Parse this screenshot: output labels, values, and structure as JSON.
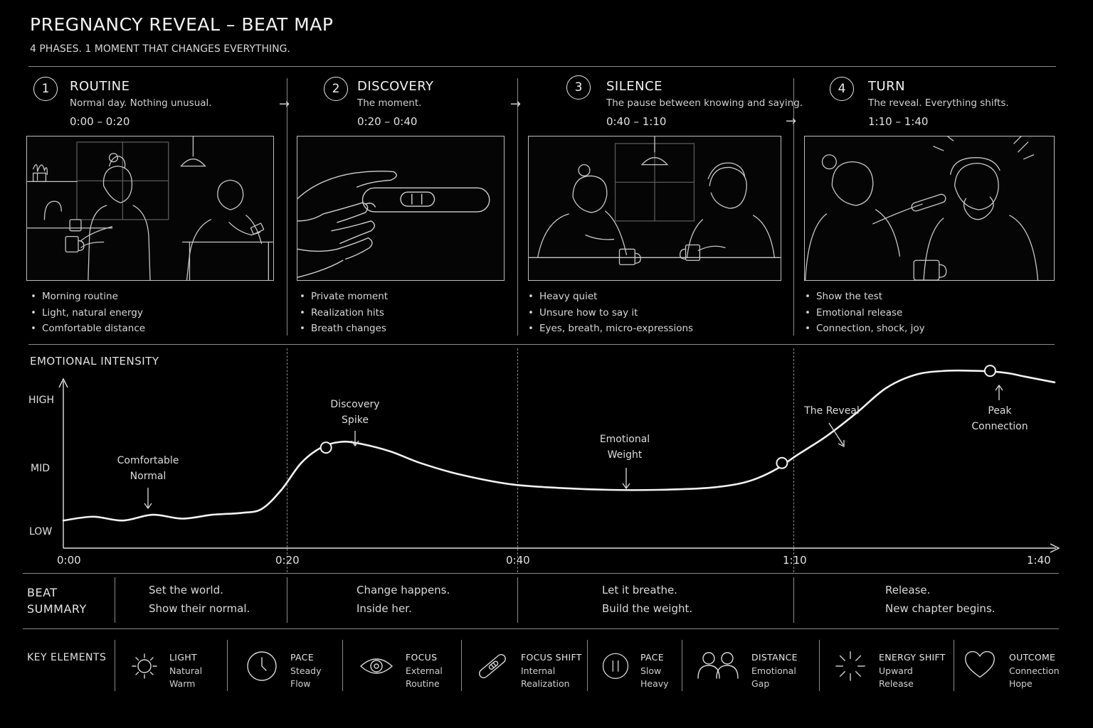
{
  "header": {
    "title": "PREGNANCY REVEAL – BEAT MAP",
    "subtitle": "4 PHASES. 1 MOMENT THAT CHANGES EVERYTHING."
  },
  "phases": [
    {
      "number": "1",
      "name": "ROUTINE",
      "description": "Normal day. Nothing unusual.",
      "time": "0:00 – 0:20",
      "bullets": [
        "Morning routine",
        "Light, natural energy",
        "Comfortable distance"
      ]
    },
    {
      "number": "2",
      "name": "DISCOVERY",
      "description": "The moment.",
      "time": "0:20 – 0:40",
      "bullets": [
        "Private moment",
        "Realization hits",
        "Breath changes"
      ]
    },
    {
      "number": "3",
      "name": "SILENCE",
      "description": "The pause between knowing and saying.",
      "time": "0:40 – 1:10",
      "bullets": [
        "Heavy quiet",
        "Unsure how to say it",
        "Eyes, breath, micro-expressions"
      ]
    },
    {
      "number": "4",
      "name": "TURN",
      "description": "The reveal. Everything shifts.",
      "time": "1:10 – 1:40",
      "bullets": [
        "Show the test",
        "Emotional release",
        "Connection, shock, joy"
      ]
    }
  ],
  "chart_data": {
    "type": "line",
    "title": "EMOTIONAL INTENSITY",
    "y_levels": [
      "HIGH",
      "MID",
      "LOW"
    ],
    "x_ticks": [
      "0:00",
      "0:20",
      "0:40",
      "1:10",
      "1:40"
    ],
    "grid": false,
    "series": [
      {
        "x_seconds": [
          0,
          3,
          6,
          9,
          12,
          15,
          18,
          20,
          22,
          24,
          26,
          28,
          30,
          33,
          36,
          40,
          45,
          50,
          55,
          60,
          65,
          68,
          70,
          72,
          74,
          77,
          80,
          83,
          86,
          89,
          92,
          95,
          97,
          100
        ],
        "y": [
          0.14,
          0.16,
          0.14,
          0.17,
          0.15,
          0.17,
          0.18,
          0.2,
          0.3,
          0.44,
          0.52,
          0.55,
          0.54,
          0.5,
          0.44,
          0.38,
          0.33,
          0.31,
          0.3,
          0.3,
          0.31,
          0.33,
          0.36,
          0.41,
          0.48,
          0.58,
          0.7,
          0.83,
          0.9,
          0.92,
          0.92,
          0.91,
          0.89,
          0.86
        ]
      }
    ],
    "annotations": [
      {
        "label_lines": [
          "Comfortable",
          "Normal"
        ],
        "x_seconds": 7,
        "marker": false
      },
      {
        "label_lines": [
          "Discovery",
          "Spike"
        ],
        "x_seconds": 26.5,
        "marker": true,
        "y": 0.52
      },
      {
        "label_lines": [
          "Emotional",
          "Weight"
        ],
        "x_seconds": 51.5,
        "marker": false
      },
      {
        "label_lines": [
          "The Reveal"
        ],
        "x_seconds": 72.5,
        "marker": true,
        "y": 0.44
      },
      {
        "label_lines": [
          "Peak",
          "Connection"
        ],
        "x_seconds": 93.5,
        "marker": true,
        "y": 0.92
      }
    ]
  },
  "beat_summary": {
    "heading_lines": [
      "BEAT",
      "SUMMARY"
    ],
    "items": [
      [
        "Set the world.",
        "Show their normal."
      ],
      [
        "Change happens.",
        "Inside her."
      ],
      [
        "Let it breathe.",
        "Build the weight."
      ],
      [
        "Release.",
        "New chapter begins."
      ]
    ]
  },
  "key_elements": {
    "heading": "KEY ELEMENTS",
    "items": [
      {
        "icon": "sun-icon",
        "title": "LIGHT",
        "lines": [
          "Natural",
          "Warm"
        ]
      },
      {
        "icon": "clock-icon",
        "title": "PACE",
        "lines": [
          "Steady",
          "Flow"
        ]
      },
      {
        "icon": "eye-icon",
        "title": "FOCUS",
        "lines": [
          "External",
          "Routine"
        ]
      },
      {
        "icon": "pregnancy-test-icon",
        "title": "FOCUS SHIFT",
        "lines": [
          "Internal",
          "Realization"
        ]
      },
      {
        "icon": "pause-icon",
        "title": "PACE",
        "lines": [
          "Slow",
          "Heavy"
        ]
      },
      {
        "icon": "two-people-icon",
        "title": "DISTANCE",
        "lines": [
          "Emotional",
          "Gap"
        ]
      },
      {
        "icon": "burst-icon",
        "title": "ENERGY SHIFT",
        "lines": [
          "Upward",
          "Release"
        ]
      },
      {
        "icon": "heart-icon",
        "title": "OUTCOME",
        "lines": [
          "Connection",
          "Hope"
        ]
      }
    ]
  }
}
